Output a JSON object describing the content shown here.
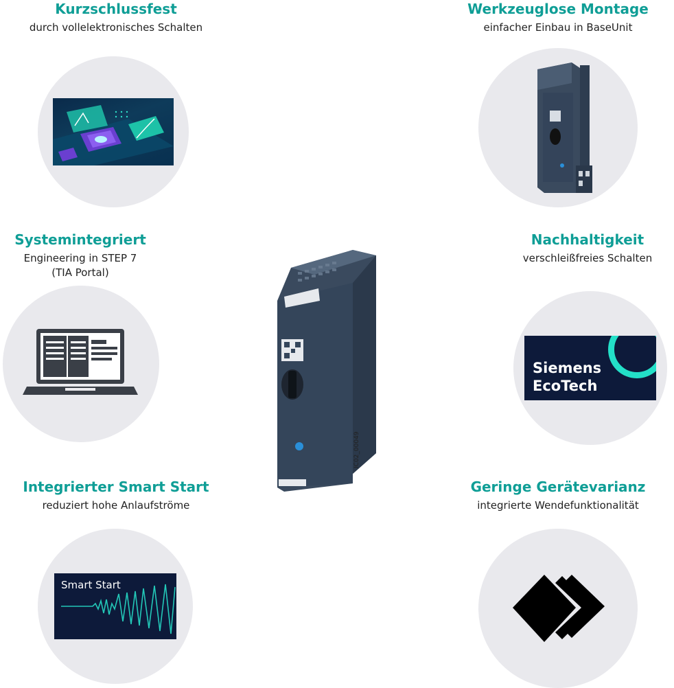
{
  "features": [
    {
      "id": "kurzschluss",
      "title": "Kurzschlussfest",
      "subtitle": "durch vollelektronisches Schalten"
    },
    {
      "id": "werkzeuglos",
      "title": "Werkzeuglose Montage",
      "subtitle": "einfacher Einbau in BaseUnit"
    },
    {
      "id": "system",
      "title": "Systemintegriert",
      "subtitle": "Engineering in STEP 7\n(TIA Portal)"
    },
    {
      "id": "nachhaltig",
      "title": "Nachhaltigkeit",
      "subtitle": "verschleißfreies Schalten"
    },
    {
      "id": "smartstart",
      "title": "Integrierter Smart Start",
      "subtitle": "reduziert hohe Anlaufströme"
    },
    {
      "id": "varianz",
      "title": "Geringe Gerätevarianz",
      "subtitle": "integrierte Wendefunktionalität"
    }
  ],
  "eco_badge": {
    "line1": "Siemens",
    "line2": "EcoTech"
  },
  "smart_start_label": "Smart Start",
  "figure_id": "IC02_00049",
  "colors": {
    "accent": "#0f9e96",
    "circle": "#e9e9ed",
    "dark_navy": "#0d1a3a",
    "teal_glow": "#23e0c8",
    "device": "#3a4a5e"
  }
}
